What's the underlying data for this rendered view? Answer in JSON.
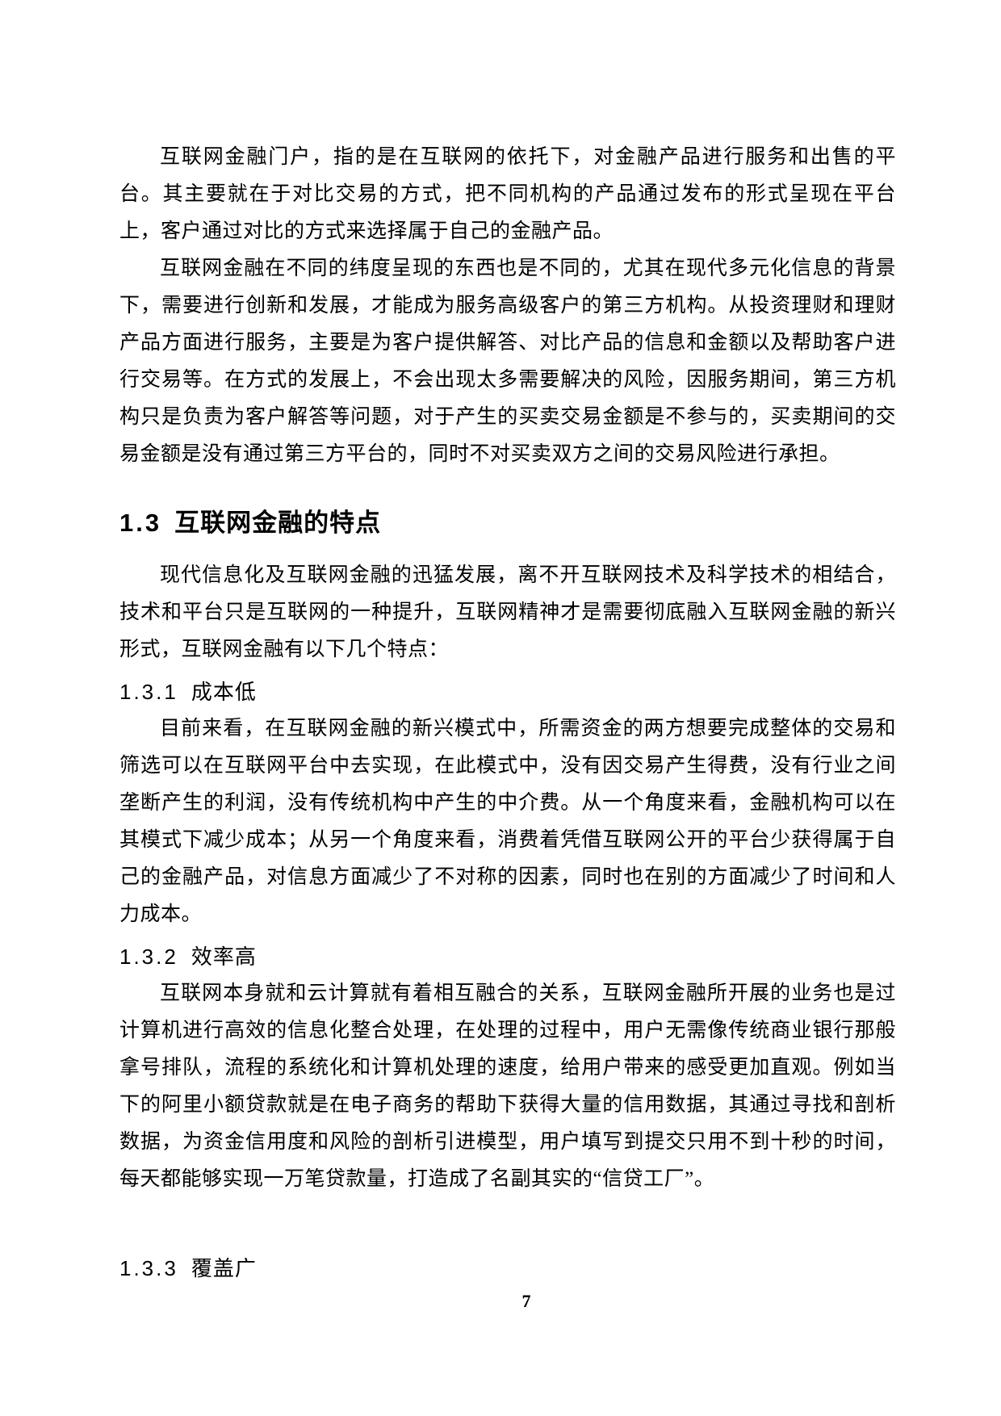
{
  "page": {
    "number": "7"
  },
  "content": {
    "para1": "互联网金融门户，指的是在互联网的依托下，对金融产品进行服务和出售的平台。其主要就在于对比交易的方式，把不同机构的产品通过发布的形式呈现在平台上，客户通过对比的方式来选择属于自己的金融产品。",
    "para2": "互联网金融在不同的纬度呈现的东西也是不同的，尤其在现代多元化信息的背景下，需要进行创新和发展，才能成为服务高级客户的第三方机构。从投资理财和理财产品方面进行服务，主要是为客户提供解答、对比产品的信息和金额以及帮助客户进行交易等。在方式的发展上，不会出现太多需要解决的风险，因服务期间，第三方机构只是负责为客户解答等问题，对于产生的买卖交易金额是不参与的，买卖期间的交易金额是没有通过第三方平台的，同时不对买卖双方之间的交易风险进行承担。",
    "section_heading": {
      "number": "1.3",
      "title": "互联网金融的特点"
    },
    "para3": "现代信息化及互联网金融的迅猛发展，离不开互联网技术及科学技术的相结合，技术和平台只是互联网的一种提升，互联网精神才是需要彻底融入互联网金融的新兴形式，互联网金融有以下几个特点：",
    "sub1": {
      "number": "1.3.1",
      "title": "成本低"
    },
    "para4": "目前来看，在互联网金融的新兴模式中，所需资金的两方想要完成整体的交易和筛选可以在互联网平台中去实现，在此模式中，没有因交易产生得费，没有行业之间垄断产生的利润，没有传统机构中产生的中介费。从一个角度来看，金融机构可以在其模式下减少成本；从另一个角度来看，消费着凭借互联网公开的平台少获得属于自己的金融产品，对信息方面减少了不对称的因素，同时也在别的方面减少了时间和人力成本。",
    "sub2": {
      "number": "1.3.2",
      "title": "效率高"
    },
    "para5": "互联网本身就和云计算就有着相互融合的关系，互联网金融所开展的业务也是过计算机进行高效的信息化整合处理，在处理的过程中，用户无需像传统商业银行那般拿号排队，流程的系统化和计算机处理的速度，给用户带来的感受更加直观。例如当下的阿里小额贷款就是在电子商务的帮助下获得大量的信用数据，其通过寻找和剖析数据，为资金信用度和风险的剖析引进模型，用户填写到提交只用不到十秒的时间，每天都能够实现一万笔贷款量，打造成了名副其实的“信贷工厂”。",
    "sub3": {
      "number": "1.3.3",
      "title": "覆盖广"
    }
  }
}
